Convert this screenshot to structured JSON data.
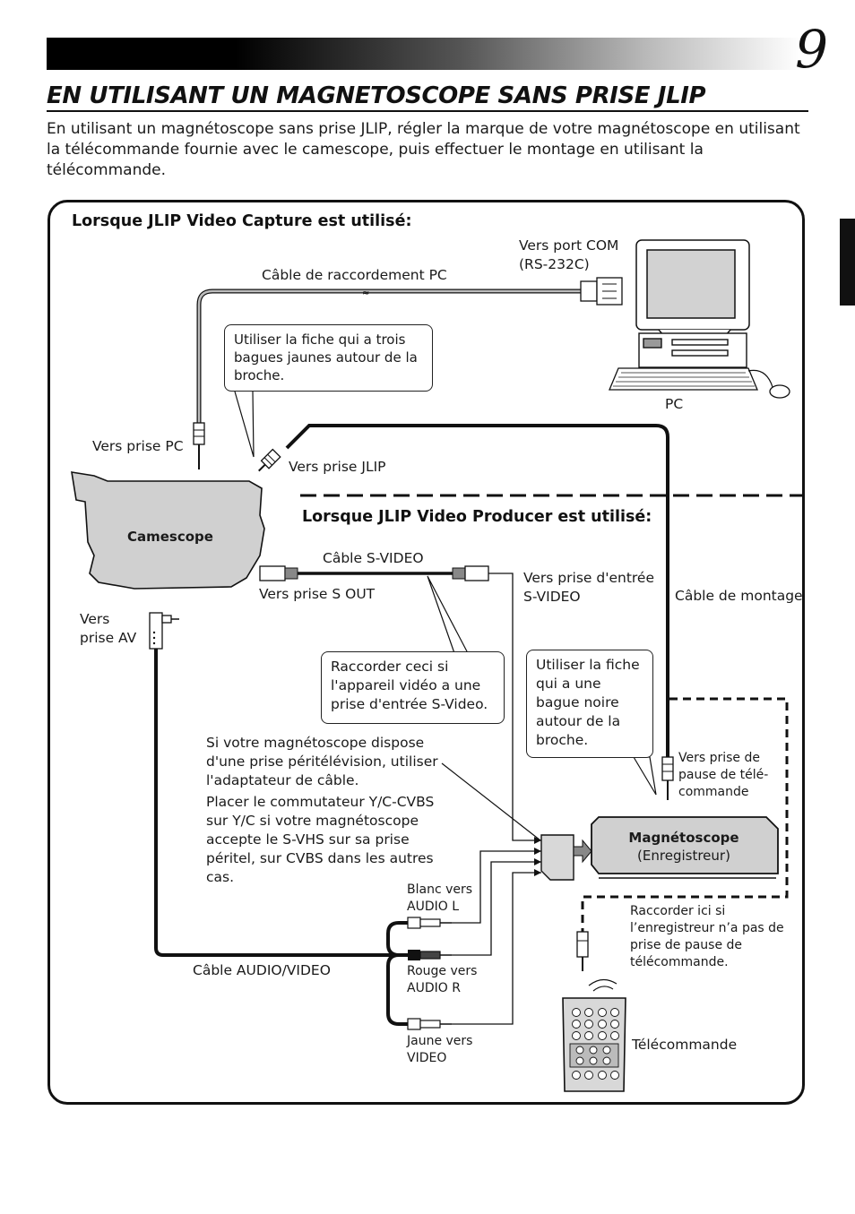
{
  "page": {
    "number": "9",
    "title": "EN UTILISANT UN MAGNETOSCOPE SANS PRISE JLIP",
    "intro": "En utilisant un magnétoscope sans prise JLIP, régler la marque de votre magnétoscope en utilisant la télécommande fournie avec le camescope, puis effectuer le montage en utilisant la télécommande."
  },
  "diagram": {
    "capture_heading": "Lorsque JLIP Video Capture est utilisé:",
    "producer_heading": "Lorsque JLIP Video Producer est utilisé:",
    "labels": {
      "com_port": "Vers port COM\n(RS-232C)",
      "pc_cable": "Câble de raccordement PC",
      "pc": "PC",
      "to_pc_jack": "Vers prise PC",
      "to_jlip_jack": "Vers prise JLIP",
      "camcorder": "Camescope",
      "svideo_cable": "Câble S-VIDEO",
      "to_s_out": "Vers prise S OUT",
      "to_svideo_in": "Vers prise d'entrée\nS-VIDEO",
      "editing_cable": "Câble de montage",
      "to_av_jack": "Vers\nprise AV",
      "to_pause_jack": "Vers prise de\npause de télé-\ncommande",
      "vcr": "Magnétoscope",
      "vcr_sub": "(Enregistreur)",
      "white_audio_l": "Blanc vers\nAUDIO L",
      "red_audio_r": "Rouge vers\nAUDIO R",
      "yellow_video": "Jaune vers\nVIDEO",
      "av_cable": "Câble AUDIO/VIDEO",
      "remote_control": "Télécommande",
      "connect_here": "Raccorder ici si\nl’enregistreur n’a pas de\nprise de pause de\ntélécommande."
    },
    "callouts": {
      "three_rings": "Utiliser la fiche qui a trois\nbagues jaunes autour de la\nbroche.",
      "svideo_device": "Raccorder ceci si\nl'appareil vidéo a une\nprise d'entrée S-Video.",
      "one_ring": "Utiliser la fiche\nqui a une\nbague noire\nautour de la\nbroche."
    },
    "scart_note_1": "Si votre magnétoscope dispose\nd'une prise péritélévision, utiliser\nl'adaptateur de câble.",
    "scart_note_2": "Placer le commutateur Y/C-CVBS\nsur Y/C si votre magnétoscope\naccepte le S-VHS sur sa prise\npéritel, sur CVBS dans les autres\ncas."
  }
}
